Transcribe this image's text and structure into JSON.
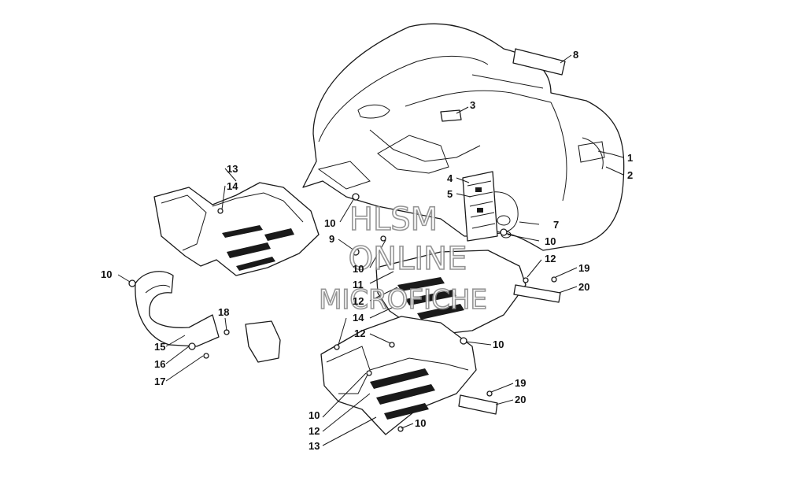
{
  "callouts": {
    "c1": "1",
    "c2": "2",
    "c3": "3",
    "c4": "4",
    "c5": "5",
    "c7": "7",
    "c8": "8",
    "c9": "9",
    "c10a": "10",
    "c10b": "10",
    "c10c": "10",
    "c10d": "10",
    "c10e": "10",
    "c10f": "10",
    "c10g": "10",
    "c11": "11",
    "c12a": "12",
    "c12b": "12",
    "c12c": "12",
    "c12d": "12",
    "c13a": "13",
    "c13b": "13",
    "c14a": "14",
    "c14b": "14",
    "c15": "15",
    "c16": "16",
    "c17": "17",
    "c18": "18",
    "c19a": "19",
    "c19b": "19",
    "c20a": "20",
    "c20b": "20"
  },
  "watermark": {
    "line1": "HLSM",
    "line2": "ONLINE",
    "line3": "MICROFICHE"
  }
}
